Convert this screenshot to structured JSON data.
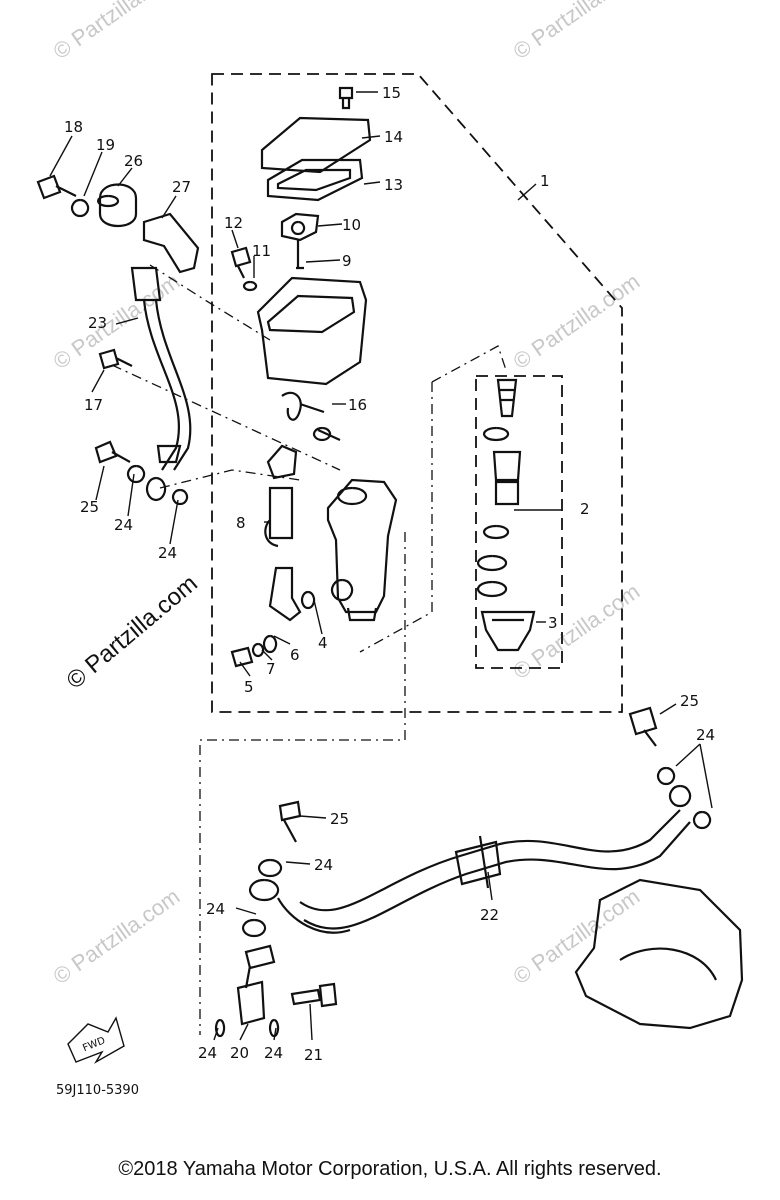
{
  "diagram": {
    "callouts": [
      "1",
      "2",
      "3",
      "4",
      "5",
      "6",
      "7",
      "8",
      "9",
      "10",
      "11",
      "12",
      "13",
      "14",
      "15",
      "16",
      "17",
      "18",
      "19",
      "20",
      "21",
      "22",
      "23",
      "24",
      "25",
      "26",
      "27"
    ],
    "drawing_code": "59J110-5390",
    "direction_arrow_text": "FWD",
    "watermark": "© Partzilla.com"
  },
  "footer": {
    "copyright": "©2018 Yamaha Motor Corporation, U.S.A. All rights reserved."
  }
}
